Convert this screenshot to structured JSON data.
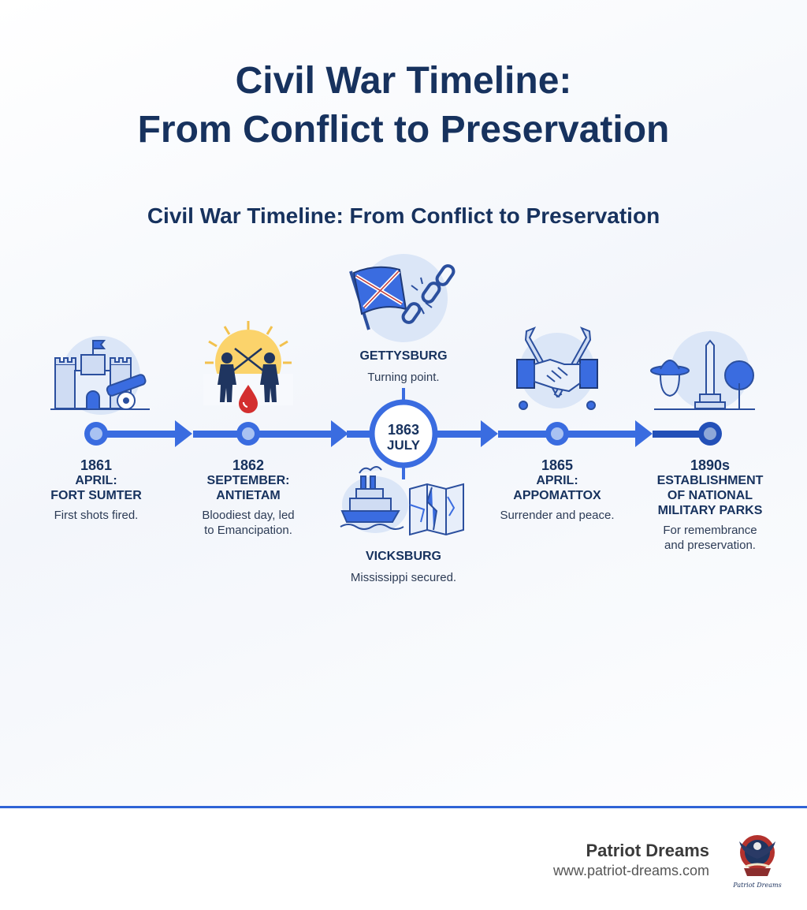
{
  "title_line1": "Civil War Timeline:",
  "title_line2": "From Conflict to Preservation",
  "subtitle": "Civil War Timeline: From Conflict to Preservation",
  "events": [
    {
      "year": "1861",
      "name_line1": "APRIL:",
      "name_line2": "FORT SUMTER",
      "desc_line1": "First shots fired.",
      "desc_line2": "",
      "icon": "fort-cannon-icon"
    },
    {
      "year": "1862",
      "name_line1": "SEPTEMBER:",
      "name_line2": "ANTIETAM",
      "desc_line1": "Bloodiest day, led",
      "desc_line2": "to Emancipation.",
      "icon": "soldiers-blood-drop-icon"
    },
    {
      "year": "1865",
      "name_line1": "APRIL:",
      "name_line2": "APPOMATTOX",
      "desc_line1": "Surrender and peace.",
      "desc_line2": "",
      "icon": "handshake-swords-icon"
    },
    {
      "year": "1890s",
      "name_line1": "ESTABLISHMENT",
      "name_line2": "OF NATIONAL",
      "name_line3": "MILITARY PARKS",
      "desc_line1": "For remembrance",
      "desc_line2": "and preservation.",
      "icon": "ranger-monument-tree-icon"
    }
  ],
  "hub": {
    "year": "1863",
    "month": "JULY",
    "top_name": "GETTYSBURG",
    "top_desc": "Turning point.",
    "bottom_name": "VICKSBURG",
    "bottom_desc": "Mississippi secured."
  },
  "footer": {
    "brand": "Patriot Dreams",
    "url": "www.patriot-dreams.com",
    "logo_text": "Patriot Dreams"
  },
  "colors": {
    "accent": "#2f63d6",
    "navy": "#17325e",
    "light_blue": "#dbe6f7"
  }
}
